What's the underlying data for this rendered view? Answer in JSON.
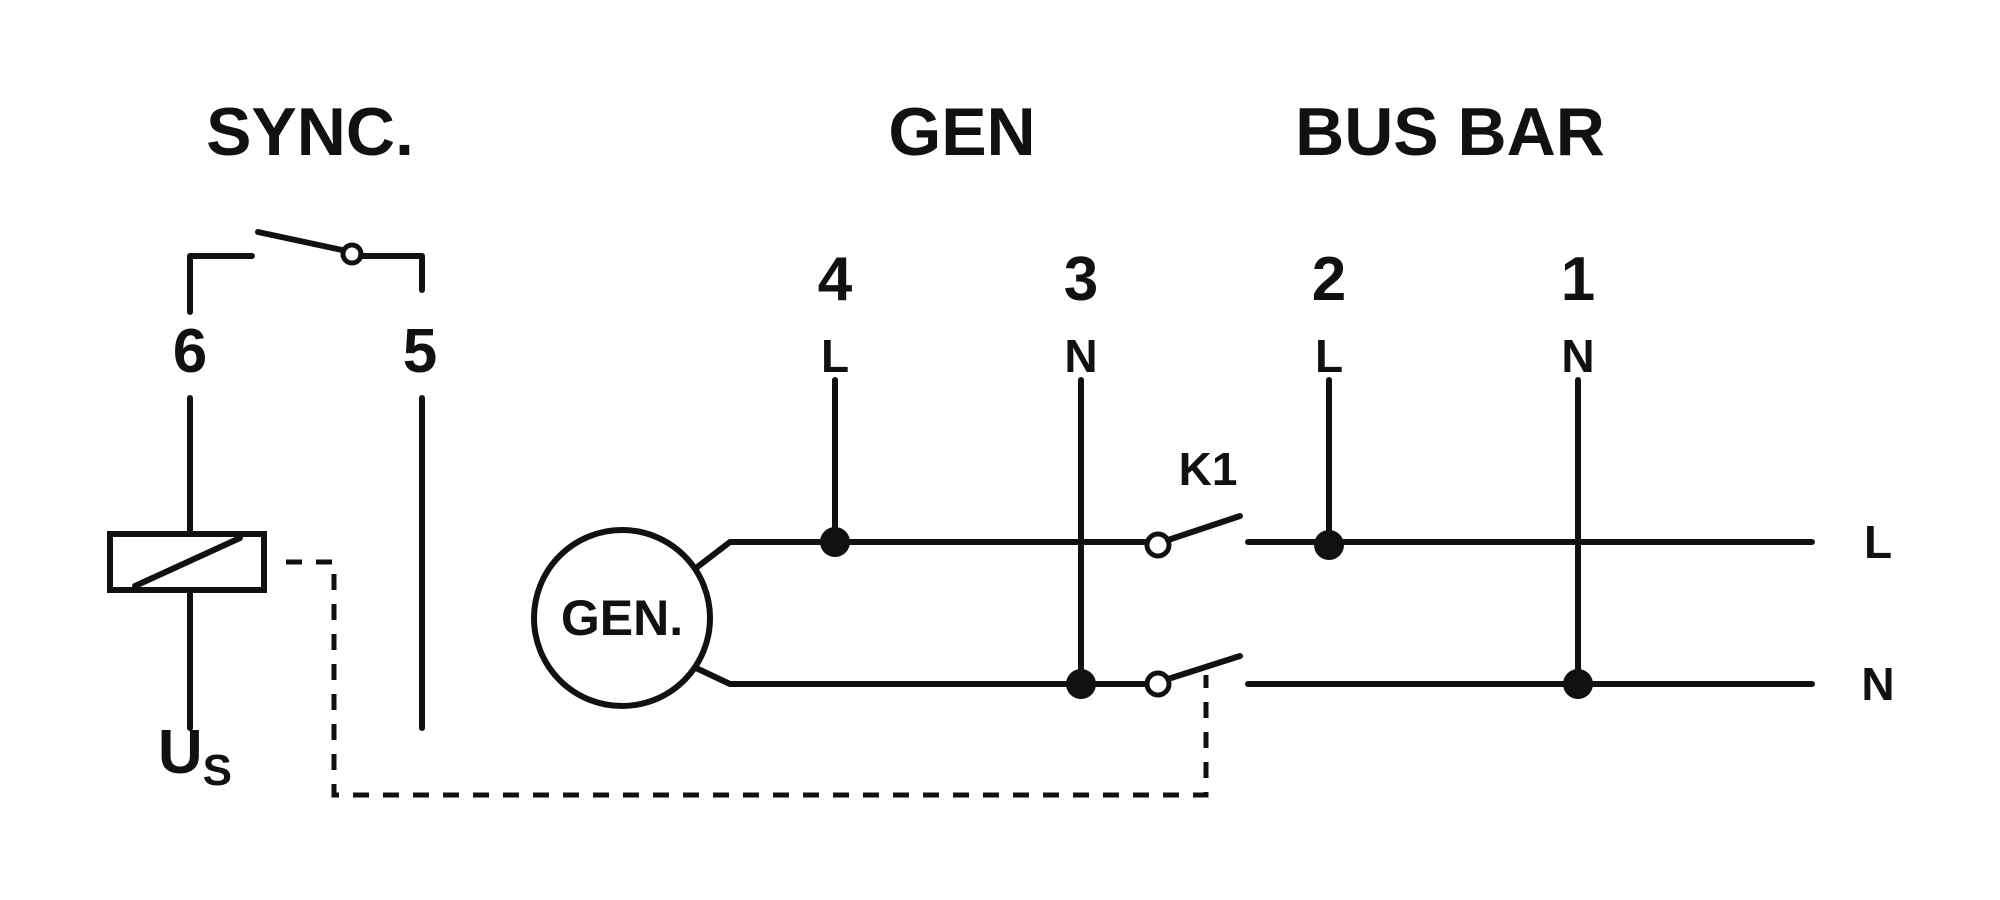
{
  "headings": {
    "sync": "SYNC.",
    "gen": "GEN",
    "bus_bar": "BUS BAR"
  },
  "terminals": {
    "t6": "6",
    "t5": "5",
    "t4": {
      "number": "4",
      "line": "L"
    },
    "t3": {
      "number": "3",
      "line": "N"
    },
    "t2": {
      "number": "2",
      "line": "L"
    },
    "t1": {
      "number": "1",
      "line": "N"
    }
  },
  "contactor_label": "K1",
  "generator_label": "GEN.",
  "supply_label": {
    "main": "U",
    "subscript": "S"
  },
  "line_labels": {
    "live": "L",
    "neutral": "N"
  },
  "colors": {
    "ink": "#111111",
    "background": "#ffffff"
  }
}
